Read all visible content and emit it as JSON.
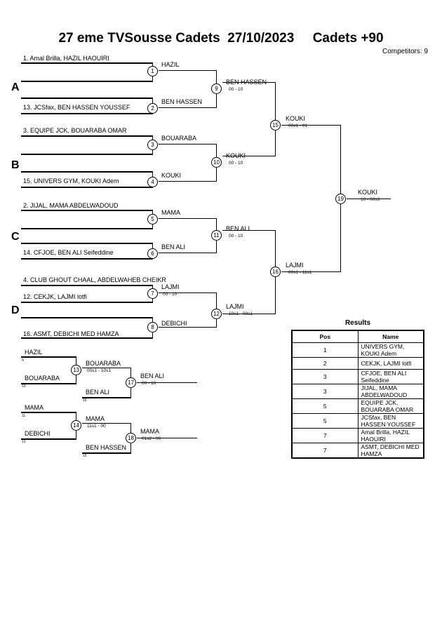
{
  "header": {
    "title": "27 eme TVSousse Cadets  27/10/2023     Cadets +90",
    "competitors": "Competitors: 9"
  },
  "pools": [
    {
      "letter": "A"
    },
    {
      "letter": "B"
    },
    {
      "letter": "C"
    },
    {
      "letter": "D"
    }
  ],
  "entries": [
    {
      "label": "1. Amal Brilla, HAZIL HAOUIRI"
    },
    {
      "label": "13. JCSfax, BEN HASSEN YOUSSEF"
    },
    {
      "label": "3. EQUIPE JCK, BOUARABA OMAR"
    },
    {
      "label": "15. UNIVERS GYM, KOUKI Adem"
    },
    {
      "label": "2. JIJAL, MAMA ABDELWADOUD"
    },
    {
      "label": "14. CFJOE, BEN ALI Seifeddine"
    },
    {
      "label": "4. CLUB GHOUT CHAAL, ABDELWAHEB CHEIKR"
    },
    {
      "label": "12. CEKJK, LAJMI lotfi"
    },
    {
      "label": "16. ASMT, DEBICHI MED HAMZA"
    }
  ],
  "matches": {
    "m1": {
      "num": "1",
      "winner": "HAZIL",
      "score": ""
    },
    "m2": {
      "num": "2",
      "winner": "BEN HASSEN",
      "score": ""
    },
    "m3": {
      "num": "3",
      "winner": "BOUARABA",
      "score": ""
    },
    "m4": {
      "num": "4",
      "winner": "KOUKI",
      "score": ""
    },
    "m5": {
      "num": "5",
      "winner": "MAMA",
      "score": ""
    },
    "m6": {
      "num": "6",
      "winner": "BEN ALI",
      "score": ""
    },
    "m7": {
      "num": "7",
      "winner": "LAJMI",
      "score": "00 - 10"
    },
    "m8": {
      "num": "8",
      "winner": "DEBICHI",
      "score": ""
    },
    "m9": {
      "num": "9",
      "winner": "BEN HASSEN",
      "score": "00 - 10"
    },
    "m10": {
      "num": "10",
      "winner": "KOUKI",
      "score": "00 - 10"
    },
    "m11": {
      "num": "11",
      "winner": "BEN ALI",
      "score": "00 - 10"
    },
    "m12": {
      "num": "12",
      "winner": "LAJMI",
      "score": "10s1 - 00s1"
    },
    "m15": {
      "num": "15",
      "winner": "KOUKI",
      "score": "00s1 - 01"
    },
    "m16": {
      "num": "16",
      "winner": "LAJMI",
      "score": "00s1 - 11s1"
    },
    "m19": {
      "num": "19",
      "winner": "KOUKI",
      "score": "10 - 00s3"
    }
  },
  "repechage": {
    "r13": {
      "num": "13",
      "winner": "BOUARABA",
      "score": "00s1 - 10s1",
      "top": "HAZIL",
      "top_src": "9",
      "bottom": "BOUARABA",
      "bottom_src": "10"
    },
    "r14": {
      "num": "14",
      "winner": "MAMA",
      "score": "11s1 - 00",
      "top": "MAMA",
      "top_src": "11",
      "bottom": "DEBICHI",
      "bottom_src": "12"
    },
    "r17": {
      "num": "17",
      "winner": "BEN ALI",
      "score": "00 - 10",
      "bottom": "BEN ALI",
      "bottom_src": "16"
    },
    "r18": {
      "num": "18",
      "winner": "MAMA",
      "score": "01s2 - 00",
      "bottom": "BEN HASSEN",
      "bottom_src": "15"
    }
  },
  "results": {
    "title": "Results",
    "columns": [
      "Pos",
      "Name"
    ],
    "rows": [
      {
        "pos": "1",
        "name": "UNIVERS GYM, KOUKI Adem"
      },
      {
        "pos": "2",
        "name": "CEKJK, LAJMI lotfi"
      },
      {
        "pos": "3",
        "name": "CFJOE, BEN ALI Seifeddine"
      },
      {
        "pos": "3",
        "name": "JIJAL, MAMA ABDELWADOUD"
      },
      {
        "pos": "5",
        "name": "EQUIPE JCK, BOUARABA OMAR"
      },
      {
        "pos": "5",
        "name": "JCSfax, BEN HASSEN YOUSSEF"
      },
      {
        "pos": "7",
        "name": "Amal Brilla, HAZIL HAOUIRI"
      },
      {
        "pos": "7",
        "name": "ASMT, DEBICHI MED HAMZA"
      }
    ]
  }
}
